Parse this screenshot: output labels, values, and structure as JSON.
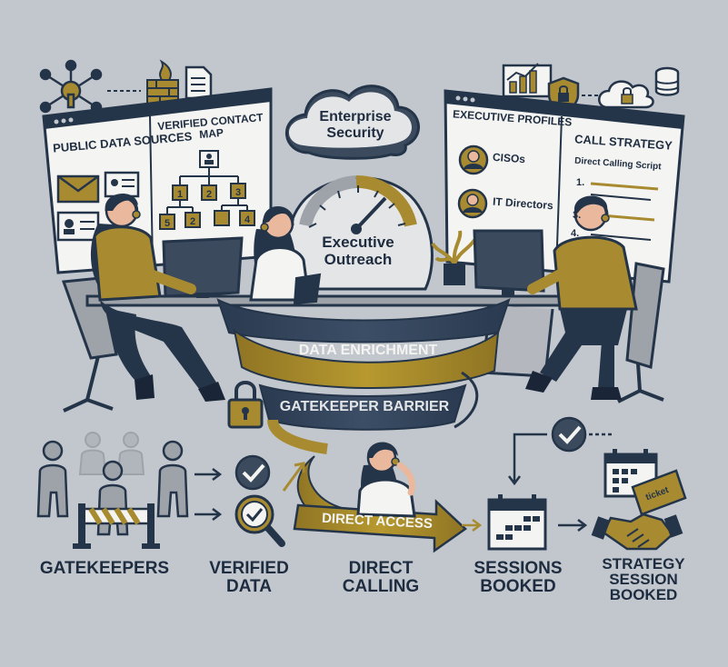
{
  "left_screen": {
    "public_data_sources": "PUBLIC DATA SOURCES",
    "verified_contact_map": "VERIFIED CONTACT MAP",
    "org_nodes": [
      "1",
      "2",
      "3",
      "5",
      "2",
      "4"
    ]
  },
  "cloud": {
    "label": "Enterprise Security"
  },
  "gauge": {
    "label": "Executive Outreach"
  },
  "right_screen": {
    "executive_profiles": "EXECUTIVE PROFILES",
    "profiles": [
      "CISOs",
      "IT Directors"
    ],
    "call_strategy": "CALL STRATEGY",
    "script_title": "Direct Calling Script",
    "script_steps": [
      "1.",
      "3.",
      "4."
    ]
  },
  "ribbons": {
    "data_enrichment": "DATA ENRICHMENT",
    "gatekeeper_barrier": "GATEKEEPER BARRIER",
    "direct_access": "DIRECT ACCESS"
  },
  "bottom": {
    "gatekeepers": "GATEKEEPERS",
    "verified_data": "VERIFIED DATA",
    "direct_calling": "DIRECT CALLING",
    "sessions_booked": "SESSIONS BOOKED",
    "strategy_session_booked": "STRATEGY SESSION BOOKED",
    "ticket": "ticket"
  },
  "colors": {
    "navy": "#243449",
    "gold": "#a88b30",
    "background": "#c2c6cd",
    "screen": "#f4f4f2",
    "skin": "#e9b89d"
  }
}
